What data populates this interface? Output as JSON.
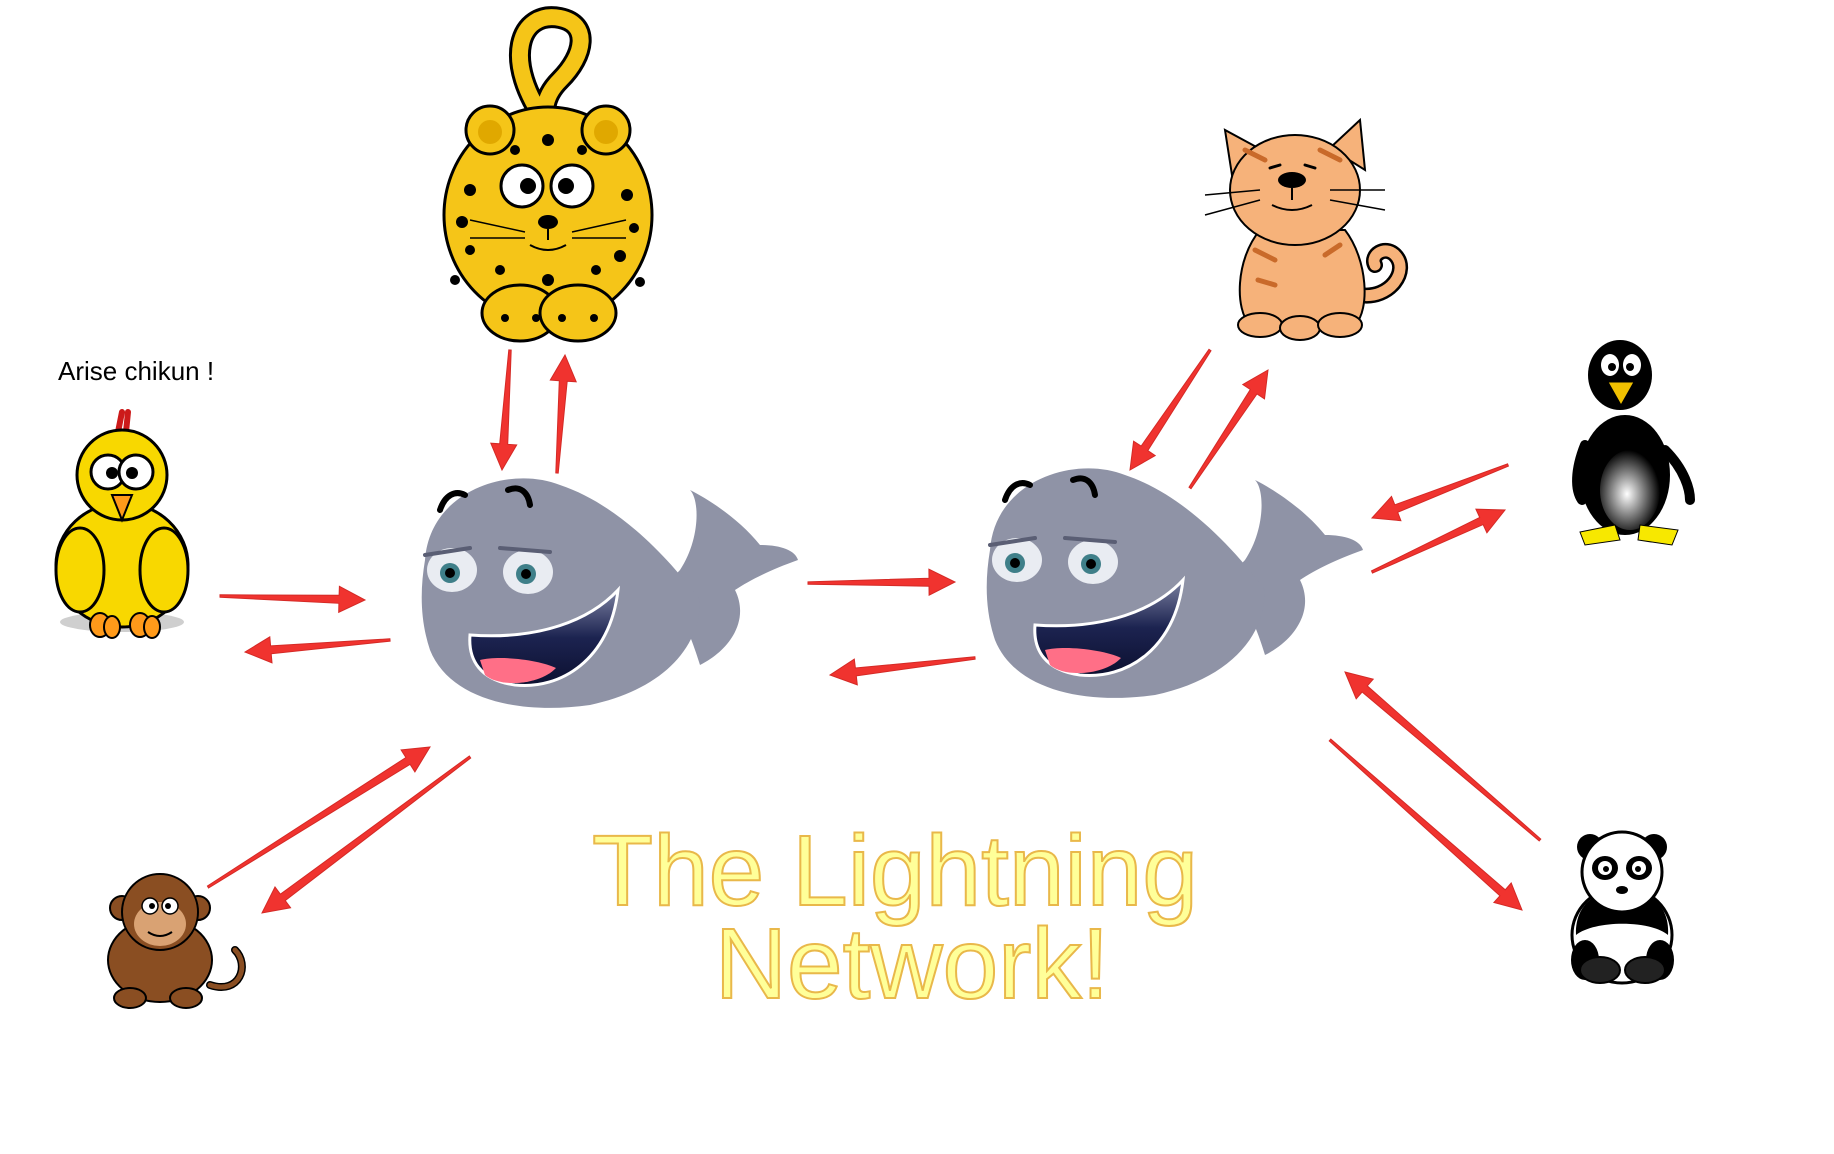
{
  "caption": "Arise chikun !",
  "title": {
    "line1": "The Lightning",
    "line2": "Network!"
  },
  "nodes": {
    "leopard": "leopard",
    "chicken": "chicken",
    "monkey": "monkey",
    "whale_left": "whale",
    "whale_right": "whale",
    "cat": "cat",
    "penguin": "penguin",
    "panda": "panda"
  },
  "colors": {
    "arrow": "#f0332f",
    "title_fill": "#ffff99",
    "title_stroke": "#e9b84a",
    "whale_body": "#8f93a6",
    "leopard": "#f5c518",
    "chicken": "#f8d800",
    "monkey": "#8a4e22",
    "cat": "#f6b27a"
  }
}
